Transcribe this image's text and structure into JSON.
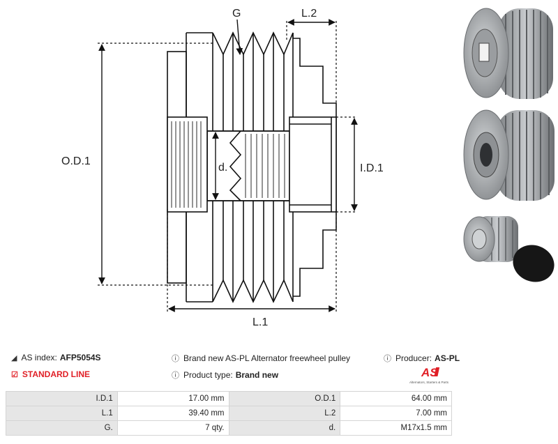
{
  "drawing": {
    "labels": {
      "groove": "G",
      "l2": "L.2",
      "od1": "O.D.1",
      "id1": "I.D.1",
      "d": "d.",
      "l1": "L.1"
    }
  },
  "info": {
    "as_index_label": "AS index:",
    "as_index_value": "AFP5054S",
    "standard_line": "STANDARD LINE",
    "description": "Brand new AS-PL Alternator freewheel pulley",
    "product_type_label": "Product type:",
    "product_type_value": "Brand new",
    "producer_label": "Producer:",
    "producer_value": "AS-PL",
    "logo_text": "AS",
    "logo_tagline": "Alternators, Starters & Parts"
  },
  "specs": [
    {
      "k1": "I.D.1",
      "v1": "17.00 mm",
      "k2": "O.D.1",
      "v2": "64.00 mm"
    },
    {
      "k1": "L.1",
      "v1": "39.40 mm",
      "k2": "L.2",
      "v2": "7.00 mm"
    },
    {
      "k1": "G.",
      "v1": "7 qty.",
      "k2": "d.",
      "v2": "M17x1.5 mm"
    }
  ],
  "colors": {
    "accent": "#e01f26",
    "header_cell": "#e6e6e6",
    "border": "#d4d4d4"
  }
}
